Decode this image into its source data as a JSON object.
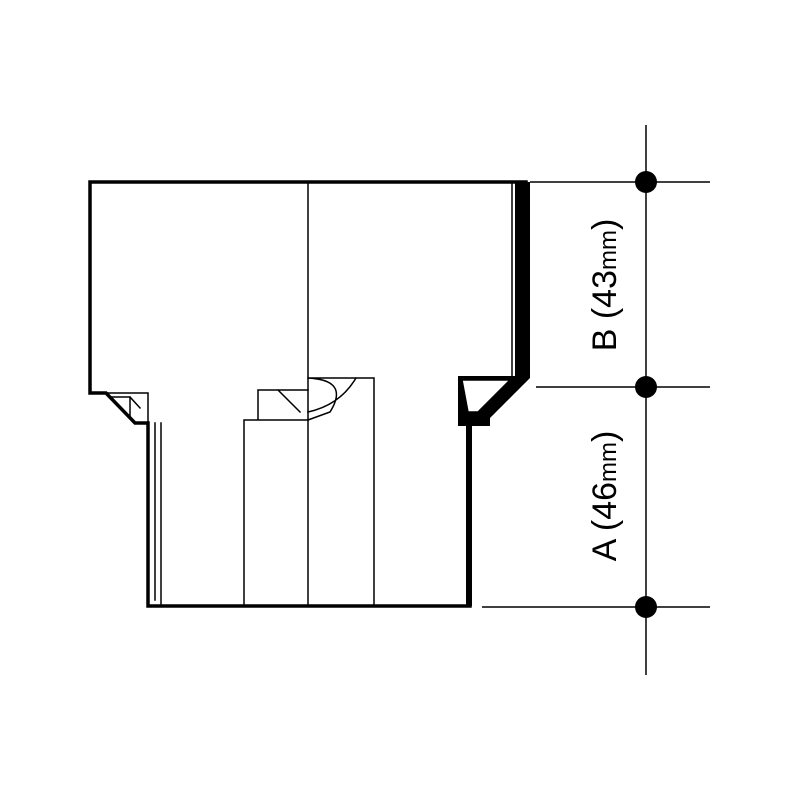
{
  "colors": {
    "line": "#000000",
    "background": "#ffffff"
  },
  "dimensions": [
    {
      "letter": "A",
      "open": " (",
      "value": "46",
      "unit": "mm",
      "close": ")"
    },
    {
      "letter": "B",
      "open": " (",
      "value": "43",
      "unit": "mm",
      "close": ")"
    }
  ]
}
